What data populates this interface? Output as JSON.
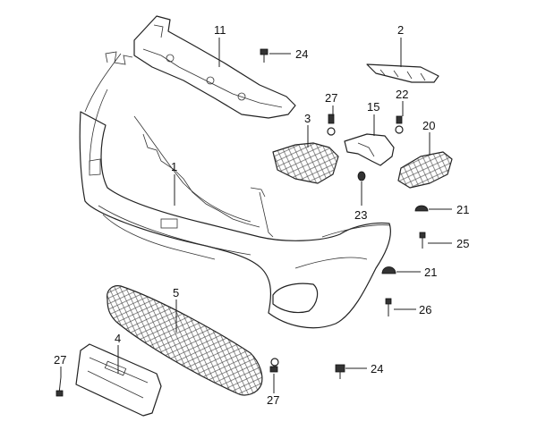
{
  "diagram": {
    "callouts": [
      {
        "id": "c11",
        "label": "11"
      },
      {
        "id": "c24a",
        "label": "24"
      },
      {
        "id": "c2",
        "label": "2"
      },
      {
        "id": "c27a",
        "label": "27"
      },
      {
        "id": "c15",
        "label": "15"
      },
      {
        "id": "c22",
        "label": "22"
      },
      {
        "id": "c3",
        "label": "3"
      },
      {
        "id": "c20",
        "label": "20"
      },
      {
        "id": "c1",
        "label": "1"
      },
      {
        "id": "c23",
        "label": "23"
      },
      {
        "id": "c21a",
        "label": "21"
      },
      {
        "id": "c25",
        "label": "25"
      },
      {
        "id": "c21b",
        "label": "21"
      },
      {
        "id": "c5",
        "label": "5"
      },
      {
        "id": "c26",
        "label": "26"
      },
      {
        "id": "c4",
        "label": "4"
      },
      {
        "id": "c27b",
        "label": "27"
      },
      {
        "id": "c27c",
        "label": "27"
      },
      {
        "id": "c24b",
        "label": "24"
      }
    ]
  }
}
